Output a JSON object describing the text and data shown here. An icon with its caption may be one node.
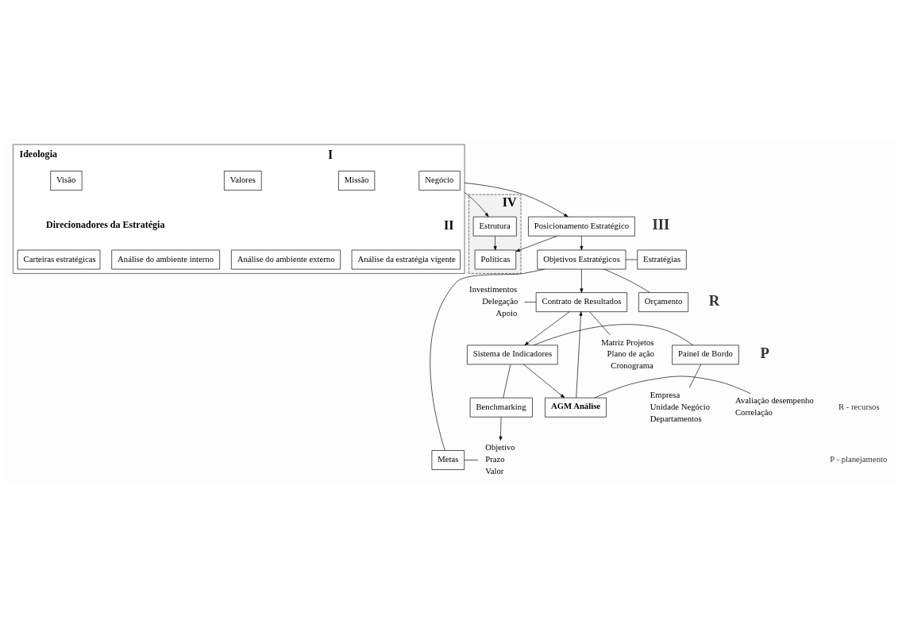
{
  "diagram": {
    "nodes": [
      {
        "text": [
          "Ideologia",
          "I",
          "Direcionadores da Estratégia",
          "II"
        ]
      },
      {
        "text": [
          "Negócio"
        ],
        "in": 0
      },
      {
        "text": [
          "Missão"
        ],
        "in": 0
      },
      {
        "text": [
          "Valores"
        ],
        "in": 0
      },
      {
        "text": [
          "Visão"
        ],
        "in": 0
      },
      {
        "text": [
          "Análise da estratégia vigente"
        ],
        "in": 0
      },
      {
        "text": [
          "Análise do ambiente externo"
        ],
        "in": 0
      },
      {
        "text": [
          "Análise do ambiente interno"
        ],
        "in": 0
      },
      {
        "text": [
          "Carteiras estratégicas"
        ],
        "in": 0
      },
      {
        "text": [
          "Posicionamento Estratégico"
        ]
      },
      {
        "text": [
          "IV"
        ]
      },
      {
        "text": [
          "Estrutura"
        ],
        "in": 10
      },
      {
        "text": [
          "Políticas"
        ],
        "in": 10
      },
      {
        "text": [
          "Objetivos Estratégicos"
        ]
      },
      {
        "text": [
          "Estratégias"
        ]
      },
      {
        "text": [
          "Orçamento"
        ]
      },
      {
        "text": [
          "Metas"
        ]
      },
      {
        "text": [
          "Contrato de Resultados"
        ]
      },
      {
        "text": [
          "Sistema de Indicadores"
        ]
      },
      {
        "text": [
          "Painel de Bordo"
        ]
      },
      {
        "text": [
          "Benchmarking"
        ]
      },
      {
        "text": [
          "AGM Análise"
        ]
      },
      {
        "text": [
          "Objetivo",
          "Prazo",
          "Valor"
        ]
      },
      {
        "text": [
          "Investimentos",
          "Delegação",
          "Apoio"
        ]
      },
      {
        "text": [
          "Matriz Projetos",
          "Plano de ação",
          "Cronograma"
        ]
      },
      {
        "text": [
          "Empresa",
          "Unidade Negócio",
          "Departamentos"
        ]
      },
      {
        "text": [
          "Avaliação desempenho",
          "Correlação"
        ]
      }
    ],
    "edges": [
      {
        "from": 0,
        "to": 9,
        "arrow": "to"
      },
      {
        "from": 0,
        "to": 11,
        "arrow": "to"
      },
      {
        "from": 9,
        "to": 12,
        "arrow": "to"
      },
      {
        "from": 11,
        "to": 12,
        "arrow": "to"
      },
      {
        "from": 9,
        "to": 13,
        "arrow": "to"
      },
      {
        "from": 13,
        "to": 14,
        "arrow": "none"
      },
      {
        "from": 13,
        "to": 15,
        "arrow": "none"
      },
      {
        "from": 13,
        "to": 16,
        "arrow": "none"
      },
      {
        "from": 16,
        "to": 22,
        "arrow": "none"
      },
      {
        "from": 13,
        "to": 17,
        "arrow": "to"
      },
      {
        "from": 23,
        "to": 17,
        "arrow": "none"
      },
      {
        "from": 24,
        "to": 17,
        "arrow": "none"
      },
      {
        "from": 17,
        "to": 18,
        "arrow": "to"
      },
      {
        "from": 18,
        "to": 19,
        "arrow": "none"
      },
      {
        "from": 18,
        "to": 20,
        "arrow": "none"
      },
      {
        "from": 19,
        "to": 25,
        "arrow": "none"
      },
      {
        "from": 20,
        "to": 22,
        "arrow": "to"
      },
      {
        "from": 18,
        "to": 21,
        "arrow": "to"
      },
      {
        "from": 21,
        "to": 26,
        "arrow": "none"
      },
      {
        "from": 21,
        "to": 17,
        "arrow": "to"
      }
    ],
    "labels": [
      "III",
      "R",
      "P",
      "R - recursos",
      "P - planejamento"
    ]
  }
}
